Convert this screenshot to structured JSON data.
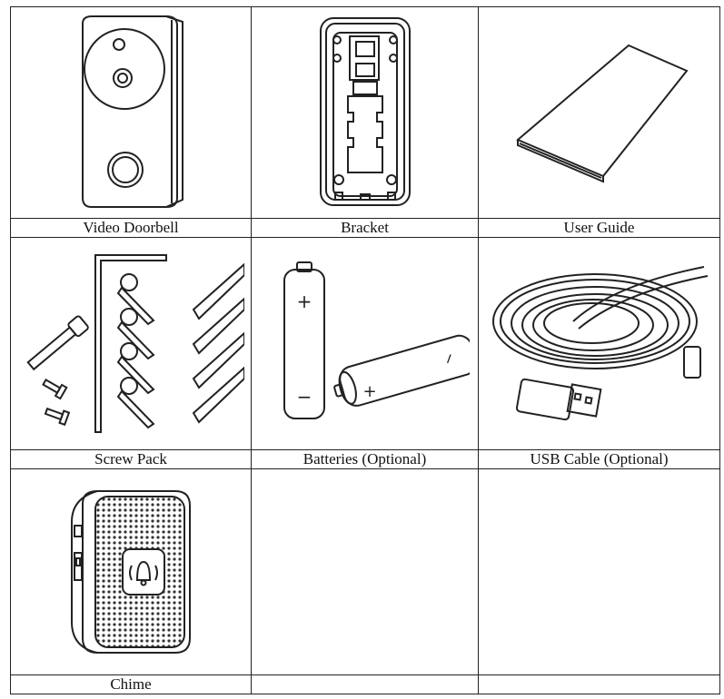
{
  "items": [
    {
      "label": "Video Doorbell",
      "icon": "video-doorbell-icon"
    },
    {
      "label": "Bracket",
      "icon": "bracket-icon"
    },
    {
      "label": "User Guide",
      "icon": "user-guide-icon"
    },
    {
      "label": "Screw Pack",
      "icon": "screw-pack-icon"
    },
    {
      "label": "Batteries (Optional)",
      "icon": "batteries-icon"
    },
    {
      "label": "USB Cable  (Optional)",
      "icon": "usb-cable-icon"
    },
    {
      "label": "Chime",
      "icon": "chime-icon"
    }
  ],
  "battery_symbols": {
    "plus": "+",
    "minus": "−"
  }
}
